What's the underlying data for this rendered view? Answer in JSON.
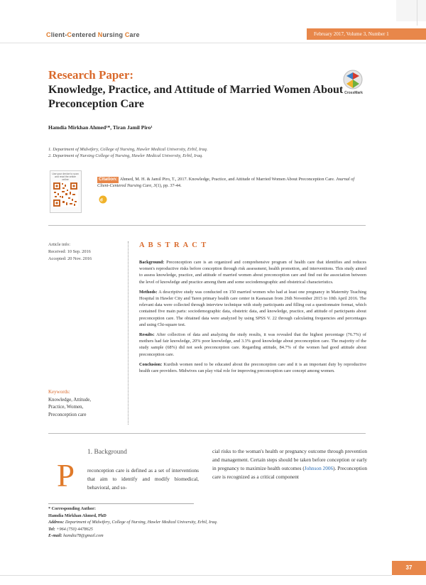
{
  "header": {
    "journal_c": "C",
    "journal_rest1": "lient-",
    "journal_c2": "C",
    "journal_rest2": "entered ",
    "journal_n": "N",
    "journal_rest3": "ursing ",
    "journal_c3": "C",
    "journal_rest4": "are",
    "issue": "February 2017, Volume 3, Number 1"
  },
  "article": {
    "type": "Research Paper:",
    "title": "Knowledge, Practice, and Attitude of Married Women About Preconception Care",
    "crossmark_label": "CrossMark",
    "authors": "Hamdia Mirkhan Ahmed¹*, Tiran Jamil Piro¹",
    "affiliations": [
      "1. Department of Midwifery, College of Nursing, Hawler Medical University, Erbil, Iraq.",
      "2. Department of Nursing College of Nursing, Hawler Medical University, Erbil, Iraq."
    ],
    "qr_caption": "Use your device to scan and read the article online",
    "citation_badge": "Citation:",
    "citation_text": " Ahmed, M. H. & Jamil Piro, T., 2017. Knowledge, Practice, and Attitude of Married Women About Preconception Care. ",
    "citation_journal": "Journal of Client-Centered Nursing Care, 3",
    "citation_end": "(1), pp. 37-44."
  },
  "info": {
    "label": "Article info:",
    "received": "Received: 10 Sep. 2016",
    "accepted": "Accepted: 20 Nov. 2016",
    "keywords_label": "Keywords:",
    "keywords": [
      "Knowledge, Attitude,",
      "Practice, Women,",
      "Preconception care"
    ]
  },
  "abstract": {
    "heading": "A B S T R A C T",
    "background_label": "Background:",
    "background": " Preconception care is an organized and comprehensive program of health care that identifies and reduces women's reproductive risks before conception through risk assessment, health promotion, and interventions. This study aimed to assess knowledge, practice, and attitude of married women about preconception care and find out the association between the level of knowledge and practice among them and some sociodemographic and obstetrical characteristics.",
    "methods_label": "Methods:",
    "methods": " A descriptive study was conducted on 150 married women who had at least one pregnancy in Maternity Teaching Hospital in Hawler City and Taren primary health care center in Kasnazan from 26th November 2015 to 10th April 2016. The relevant data were collected through interview technique with study participants and filling out a questionnaire format, which contained five main parts: sociodemographic data, obstetric data, and knowledge, practice, and attitude of participants about preconception care. The obtained data were analyzed by using SPSS V. 22 through calculating frequencies and percentages and using Chi-square test.",
    "results_label": "Results:",
    "results": " After collection of data and analyzing the study results, it was revealed that the highest percentage (76.7%) of mothers had fair knowledge, 20% poor knowledge, and 3.3% good knowledge about preconception care. The majority of the study sample (68%) did not seek preconception care. Regarding attitude, 84.7% of the women had good attitude about preconception care.",
    "conclusion_label": "Conclusion:",
    "conclusion": " Kurdish women need to be educated about the preconception care and it is an important duty by reproductive health care providers. Midwives can play vital role for improving preconception care concept among women."
  },
  "body": {
    "section_heading": "1. Background",
    "dropcap": "P",
    "col1": "reconception care is defined as a set of interventions that aim to identify and modify biomedical, behavioral, and so-",
    "col2_a": "cial risks to the woman's health or pregnancy outcome through prevention and management. Certain steps should be taken before conception or early in pregnancy to maximize health outcomes (",
    "col2_link": "Johnson 2006",
    "col2_b": "). Preconception care is recognized as a critical component"
  },
  "corresponding": {
    "label": "* Corresponding Author:",
    "name": "Hamdia Mirkhan Ahmed, PhD",
    "address_label": "Address:",
    "address": " Department of Midwifery, College of Nursing, Hawler Medical University, Erbil, Iraq.",
    "tel_label": "Tel:",
    "tel": " +964 (750) 4478625",
    "email_label": "E-mail:",
    "email": " hamdia78@gmail.com"
  },
  "footer": {
    "page_number": "37"
  }
}
